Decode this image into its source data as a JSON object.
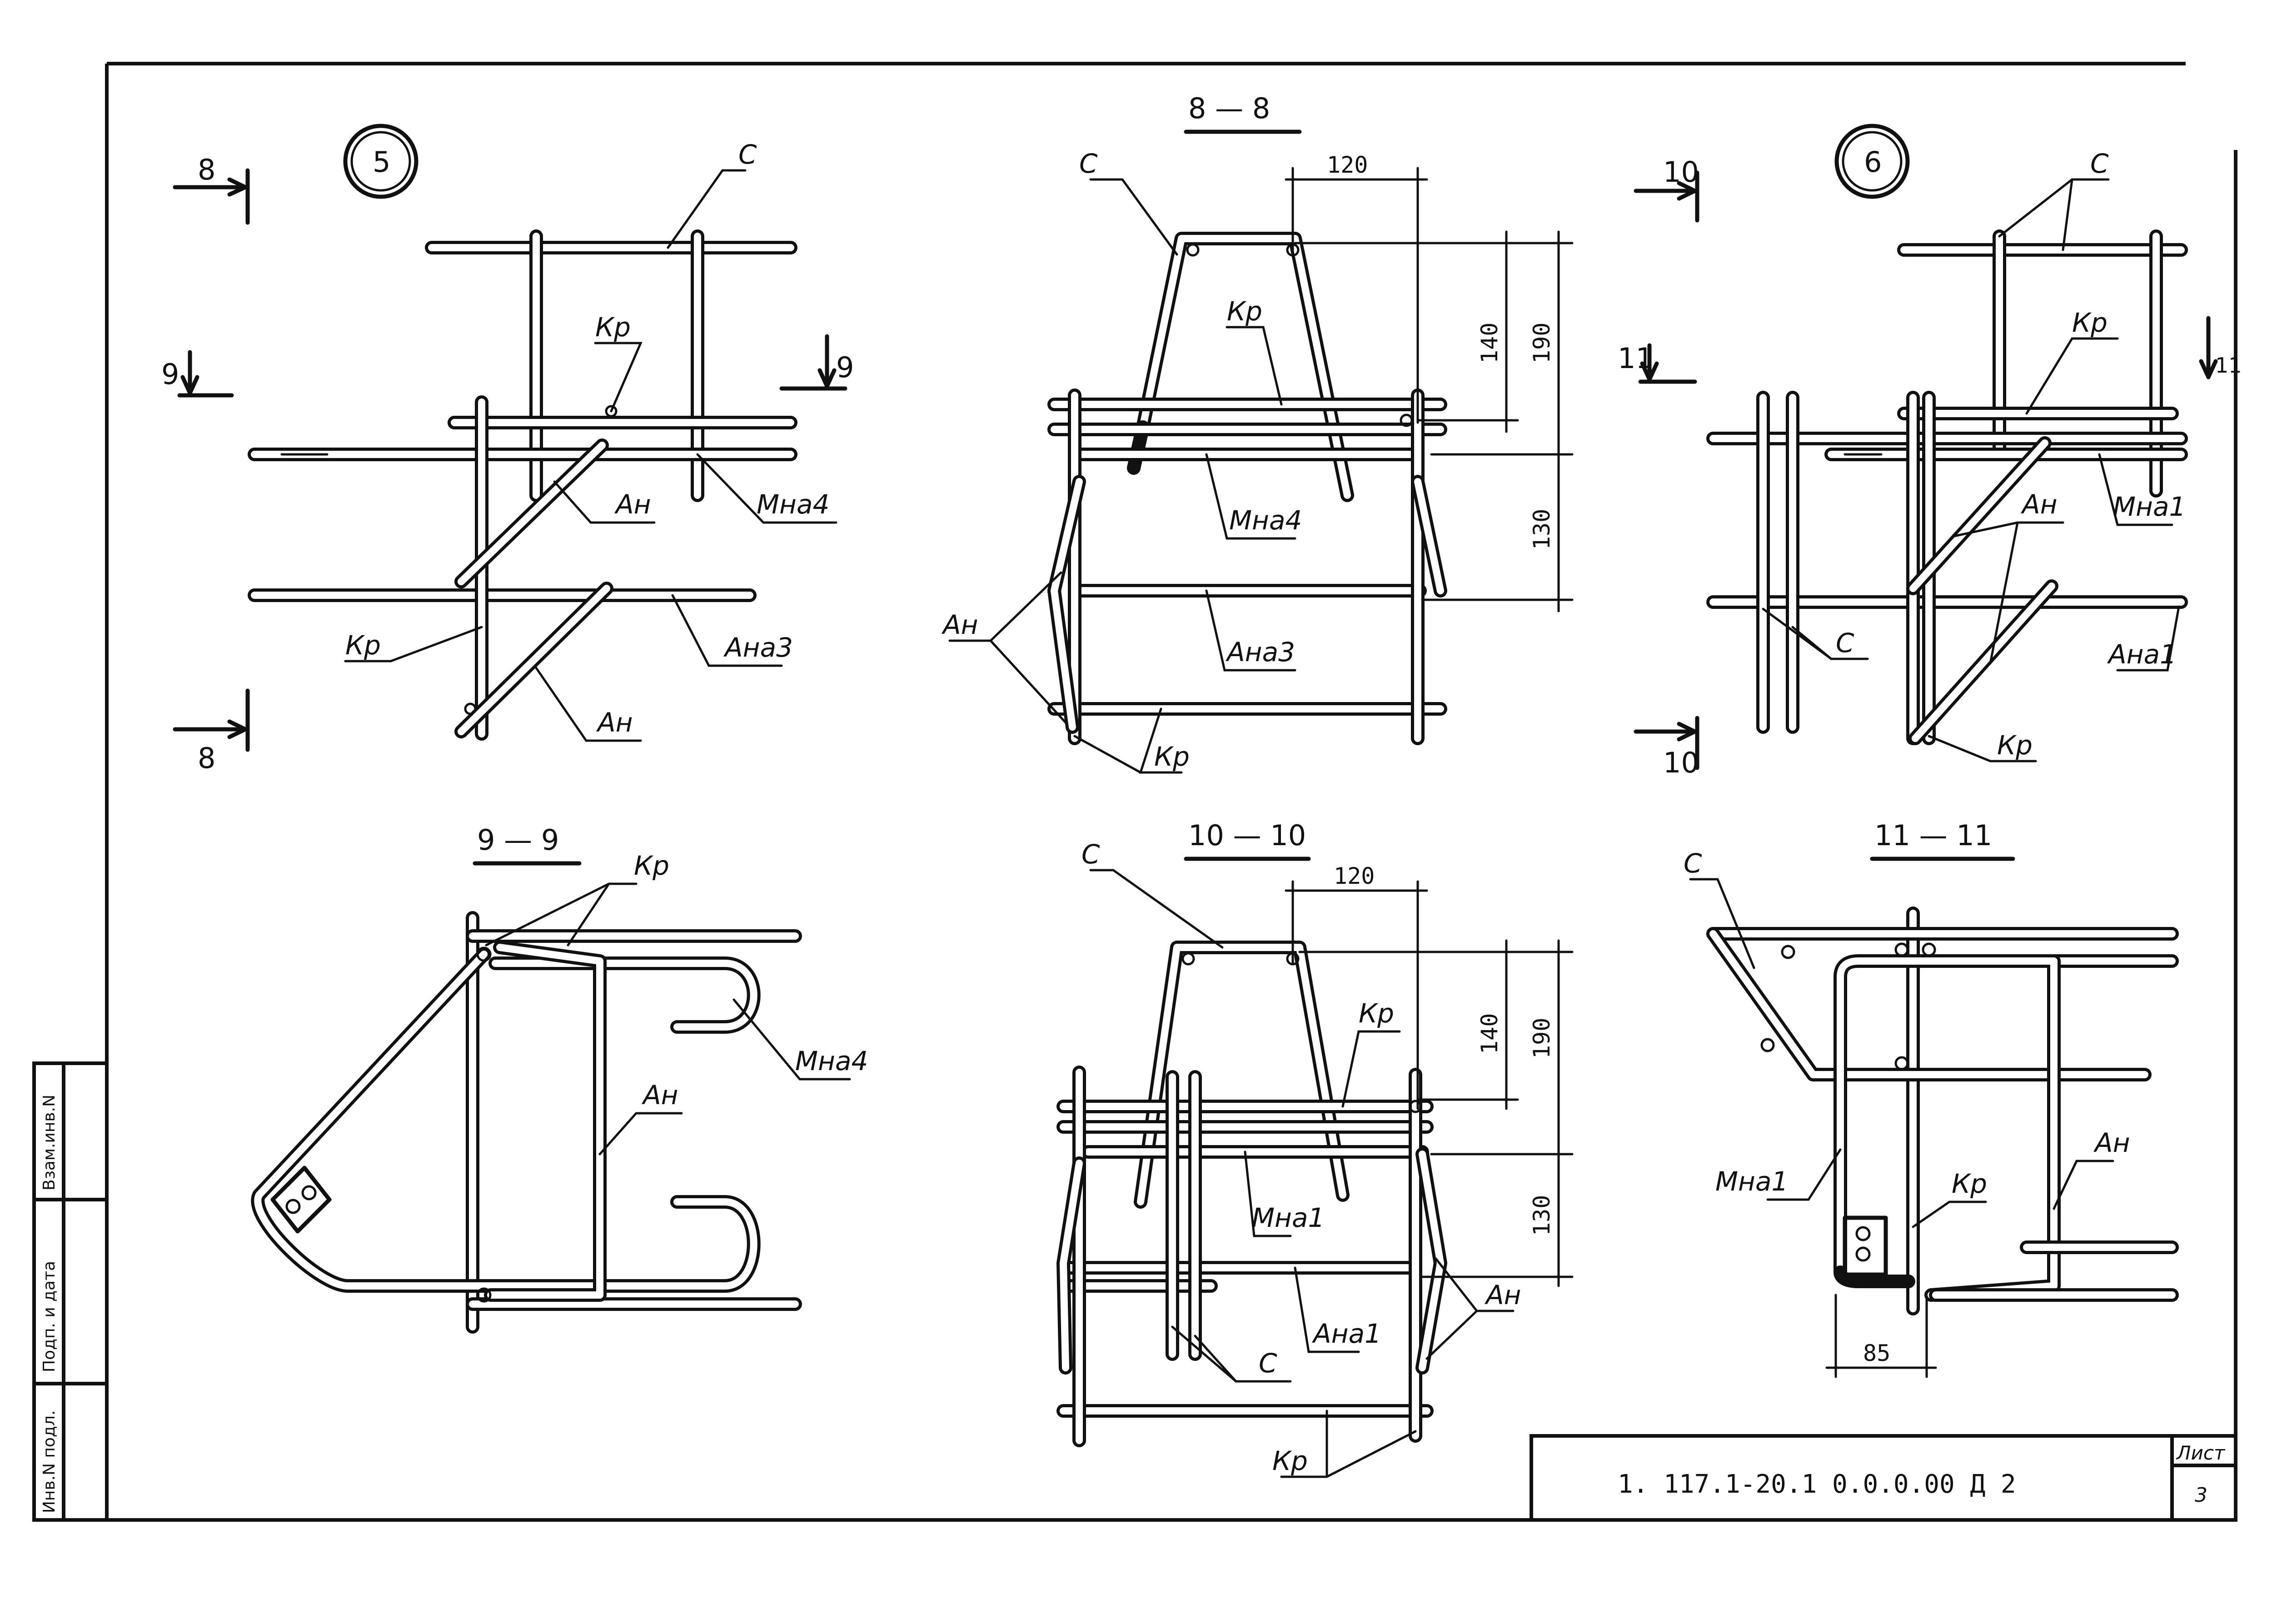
{
  "title_block": {
    "code": "1. 117.1-20.1  0.0.0.00 Д 2",
    "sheet_label": "Лист",
    "sheet_number": "3"
  },
  "side_stamp": {
    "cells": [
      "Инв.N подл.",
      "Подп. и дата",
      "Взам.инв.N"
    ]
  },
  "nodes": {
    "node5": "5",
    "node6": "6"
  },
  "sections": {
    "s8": "8 — 8",
    "s9": "9 — 9",
    "s10": "10 — 10",
    "s11": "11 — 11"
  },
  "cut_marks": {
    "n8": "8",
    "n9": "9",
    "n10": "10",
    "n11": "11"
  },
  "labels": {
    "c": "С",
    "kr": "Кр",
    "an": "Ан",
    "mna4": "Мна4",
    "ana3": "Ана3",
    "mna1": "Мна1",
    "ana1": "Ана1"
  },
  "dims": {
    "d120": "120",
    "d140": "140",
    "d190": "190",
    "d130": "130",
    "d85": "85"
  }
}
